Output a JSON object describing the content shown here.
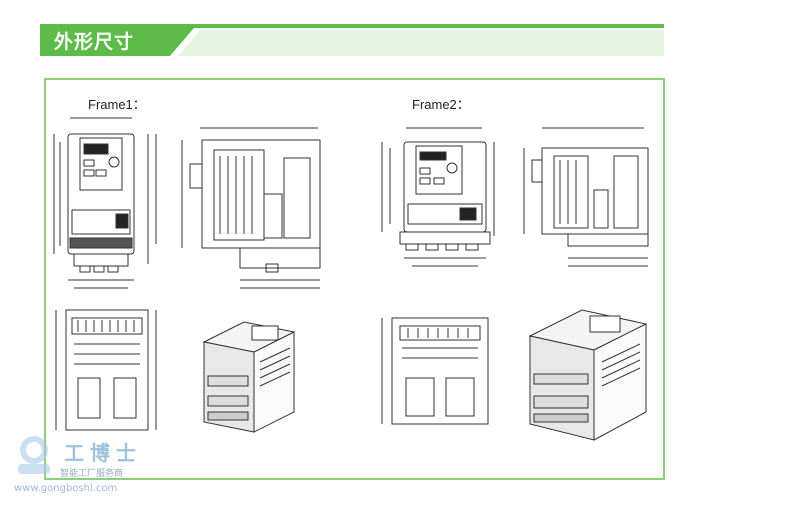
{
  "section": {
    "title": "外形尺寸",
    "accent_color": "#5cbc47",
    "band_color": "#e6f4e2",
    "border_color": "#8dcf7c"
  },
  "frames": [
    {
      "label": "Frame1："
    },
    {
      "label": "Frame2："
    }
  ],
  "watermark": {
    "logo": "工博士",
    "subtitle": "智能工厂服务商",
    "url": "www.gongboshi.com"
  }
}
